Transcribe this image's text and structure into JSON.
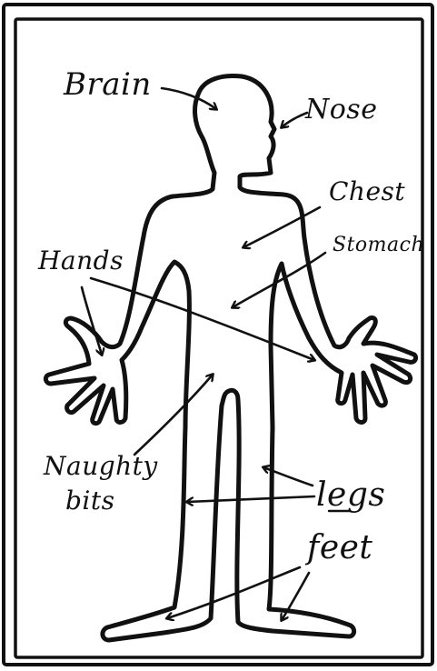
{
  "labels": {
    "brain": "Brain",
    "nose": "Nose",
    "chest": "Chest",
    "stomach": "Stomach",
    "hands": "Hands",
    "naughty_line1": "Naughty",
    "naughty_line2": "bits",
    "legs": "legs",
    "feet": "feet"
  },
  "colors": {
    "ink": "#111111",
    "paper": "#ffffff"
  }
}
